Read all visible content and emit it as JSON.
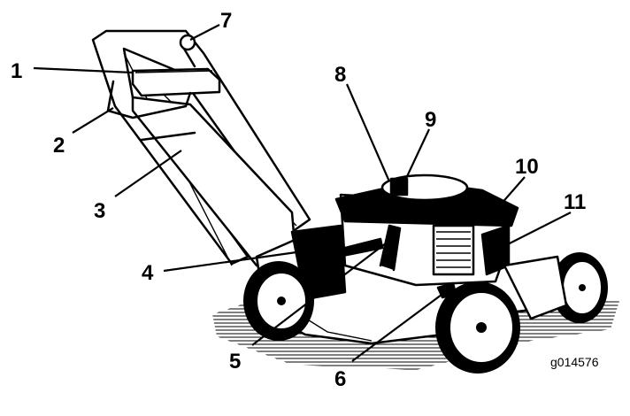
{
  "figure_id": "g014576",
  "callouts": [
    {
      "id": "1",
      "text": "1"
    },
    {
      "id": "2",
      "text": "2"
    },
    {
      "id": "3",
      "text": "3"
    },
    {
      "id": "4",
      "text": "4"
    },
    {
      "id": "5",
      "text": "5"
    },
    {
      "id": "6",
      "text": "6"
    },
    {
      "id": "7",
      "text": "7"
    },
    {
      "id": "8",
      "text": "8"
    },
    {
      "id": "9",
      "text": "9"
    },
    {
      "id": "10",
      "text": "10"
    },
    {
      "id": "11",
      "text": "11"
    }
  ],
  "colors": {
    "ink": "#000000",
    "paper": "#ffffff"
  }
}
